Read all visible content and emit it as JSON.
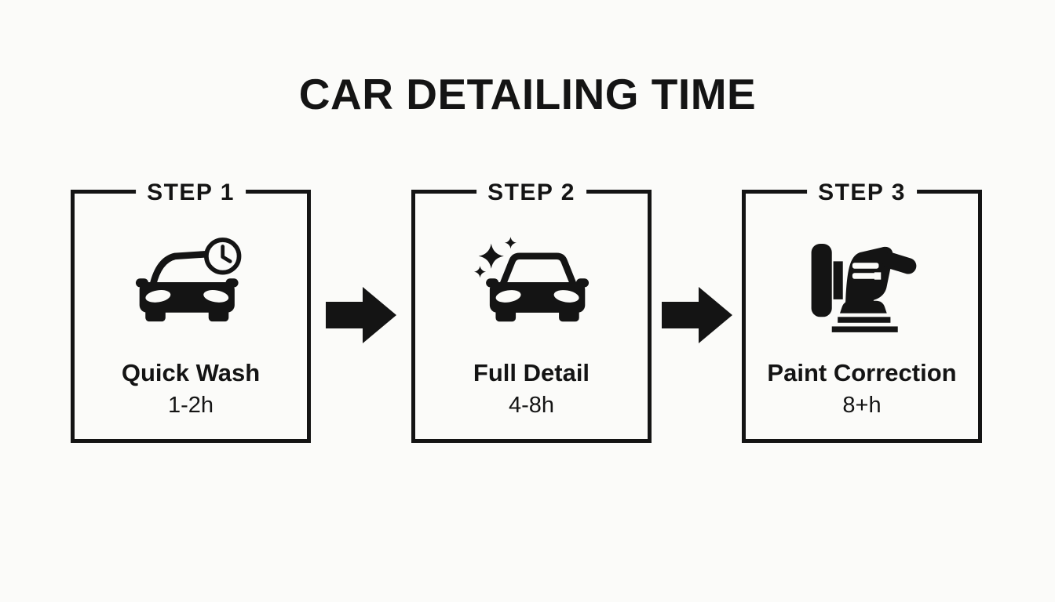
{
  "page": {
    "background_color": "#fbfbf9",
    "ink_color": "#141414"
  },
  "title": "CAR DETAILING TIME",
  "steps": [
    {
      "label": "STEP 1",
      "icon": "car-with-clock-icon",
      "name": "Quick Wash",
      "duration": "1-2h"
    },
    {
      "label": "STEP 2",
      "icon": "car-with-sparkles-icon",
      "name": "Full Detail",
      "duration": "4-8h"
    },
    {
      "label": "STEP 3",
      "icon": "polisher-icon",
      "name": "Paint Correction",
      "duration": "8+h"
    }
  ],
  "connector": {
    "icon": "right-arrow-icon"
  }
}
